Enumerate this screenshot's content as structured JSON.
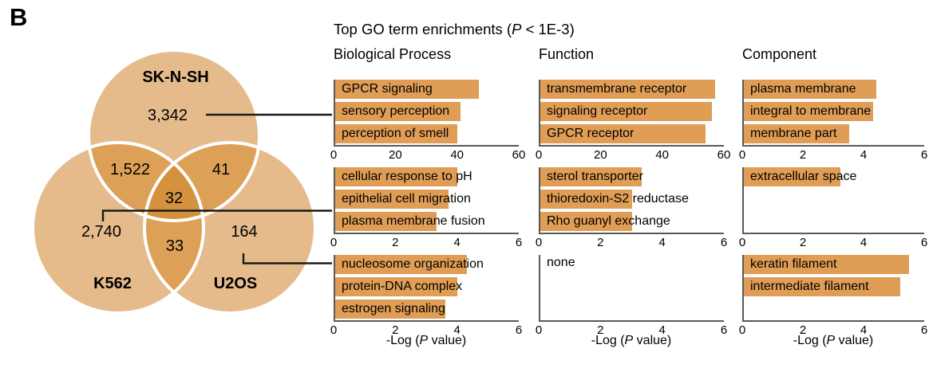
{
  "panel_label": "B",
  "venn": {
    "sets": [
      {
        "name": "SK-N-SH",
        "count": "3,342"
      },
      {
        "name": "K562",
        "count": "2,740"
      },
      {
        "name": "U2OS",
        "count": "164"
      }
    ],
    "overlaps": {
      "sknsh_k562": "1,522",
      "sknsh_u2os": "41",
      "k562_u2os": "33",
      "all_three": "32"
    },
    "colors": {
      "single": "#e5bb8c",
      "double": "#dda057",
      "triple": "#d4923f",
      "outline": "#ffffff"
    }
  },
  "header": {
    "title_prefix": "Top GO term enrichments (",
    "title_p": "P",
    "title_suffix": " < 1E-3)"
  },
  "columns": [
    "Biological Process",
    "Function",
    "Component"
  ],
  "xaxis": {
    "label_prefix": "-Log (",
    "label_p": "P",
    "label_suffix": " value)"
  },
  "colors": {
    "bar": "#e09d55",
    "axis": "#595959"
  },
  "chart_data": [
    {
      "type": "bar",
      "row": "SK-N-SH",
      "column": "Biological Process",
      "categories": [
        "GPCR signaling",
        "sensory perception",
        "perception of smell"
      ],
      "values": [
        47,
        41,
        40
      ],
      "xlim": [
        0,
        60
      ],
      "xticks": [
        "0",
        "20",
        "40",
        "60"
      ],
      "xlabel": "-Log (P value)",
      "note": null
    },
    {
      "type": "bar",
      "row": "SK-N-SH",
      "column": "Function",
      "categories": [
        "transmembrane receptor",
        "signaling receptor",
        "GPCR receptor"
      ],
      "values": [
        57,
        56,
        54
      ],
      "xlim": [
        0,
        60
      ],
      "xticks": [
        "0",
        "20",
        "40",
        "60"
      ],
      "xlabel": "-Log (P value)",
      "note": null
    },
    {
      "type": "bar",
      "row": "SK-N-SH",
      "column": "Component",
      "categories": [
        "plasma membrane",
        "integral to membrane",
        "membrane part"
      ],
      "values": [
        4.4,
        4.3,
        3.5
      ],
      "xlim": [
        0,
        6
      ],
      "xticks": [
        "0",
        "2",
        "4",
        "6"
      ],
      "xlabel": "-Log (P value)",
      "note": null
    },
    {
      "type": "bar",
      "row": "K562",
      "column": "Biological Process",
      "categories": [
        "cellular response to pH",
        "epithelial cell migration",
        "plasma membrane fusion"
      ],
      "values": [
        4.0,
        3.7,
        3.3
      ],
      "xlim": [
        0,
        6
      ],
      "xticks": [
        "0",
        "2",
        "4",
        "6"
      ],
      "xlabel": "-Log (P value)",
      "note": null
    },
    {
      "type": "bar",
      "row": "K562",
      "column": "Function",
      "categories": [
        "sterol transporter",
        "thioredoxin-S2 reductase",
        "Rho guanyl exchange"
      ],
      "values": [
        3.3,
        3.0,
        3.0
      ],
      "xlim": [
        0,
        6
      ],
      "xticks": [
        "0",
        "2",
        "4",
        "6"
      ],
      "xlabel": "-Log (P value)",
      "note": null
    },
    {
      "type": "bar",
      "row": "K562",
      "column": "Component",
      "categories": [
        "extracellular space"
      ],
      "values": [
        3.2
      ],
      "xlim": [
        0,
        6
      ],
      "xticks": [
        "0",
        "2",
        "4",
        "6"
      ],
      "xlabel": "-Log (P value)",
      "note": null
    },
    {
      "type": "bar",
      "row": "U2OS",
      "column": "Biological Process",
      "categories": [
        "nucleosome organization",
        "protein-DNA complex",
        "estrogen signaling"
      ],
      "values": [
        4.3,
        4.0,
        3.6
      ],
      "xlim": [
        0,
        6
      ],
      "xticks": [
        "0",
        "2",
        "4",
        "6"
      ],
      "xlabel": "-Log (P value)",
      "note": null
    },
    {
      "type": "bar",
      "row": "U2OS",
      "column": "Function",
      "categories": [],
      "values": [],
      "xlim": [
        0,
        6
      ],
      "xticks": [
        "0",
        "2",
        "4",
        "6"
      ],
      "xlabel": "-Log (P value)",
      "note": "none"
    },
    {
      "type": "bar",
      "row": "U2OS",
      "column": "Component",
      "categories": [
        "keratin filament",
        "intermediate filament"
      ],
      "values": [
        5.5,
        5.2
      ],
      "xlim": [
        0,
        6
      ],
      "xticks": [
        "0",
        "2",
        "4",
        "6"
      ],
      "xlabel": "-Log (P value)",
      "note": null
    }
  ]
}
